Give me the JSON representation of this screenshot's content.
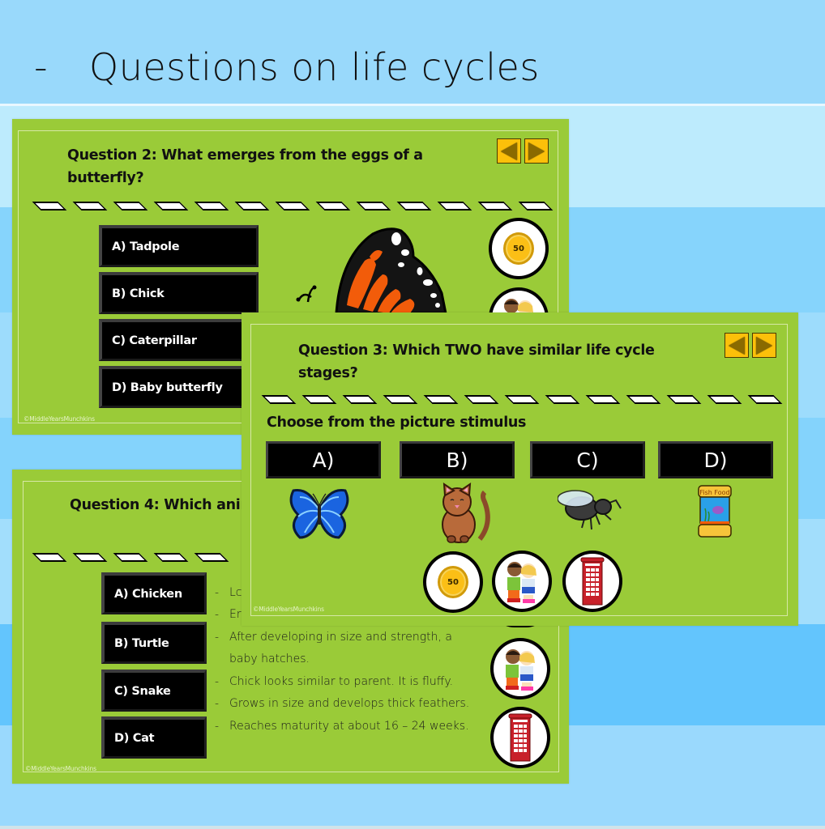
{
  "page": {
    "bullet": "-",
    "title": "Questions on life cycles"
  },
  "colors": {
    "slide_green": "#9acb38",
    "nav_yellow": "#fcc00a",
    "button_black": "#000000",
    "coin_gold": "#fbbf16"
  },
  "slide_q2": {
    "question": "Question 2: What emerges from the eggs of a butterfly?",
    "question_line1": "Question 2: What emerges from the eggs of a",
    "question_line2": "butterfly?",
    "nav_prev": "previous-arrow",
    "nav_next": "next-arrow",
    "answers": [
      {
        "label": "A) Tadpole"
      },
      {
        "label": "B) Chick"
      },
      {
        "label": "C) Caterpillar"
      },
      {
        "label": "D) Baby butterfly"
      }
    ],
    "image": "monarch-butterfly",
    "lifelines": [
      {
        "icon": "coin-50-icon",
        "text": "50"
      },
      {
        "icon": "ask-friends-icon"
      }
    ],
    "watermark": "©MiddleYearsMunchkins"
  },
  "slide_q3": {
    "question_line1": "Question 3: Which TWO have similar life cycle",
    "question_line2": "stages?",
    "instruction": "Choose from the picture stimulus",
    "nav_prev": "previous-arrow",
    "nav_next": "next-arrow",
    "answers": [
      {
        "label": "A)",
        "image": "blue-butterfly"
      },
      {
        "label": "B)",
        "image": "cat"
      },
      {
        "label": "C)",
        "image": "fly"
      },
      {
        "label": "D)",
        "image": "fish-food",
        "image_text": "Fish Food"
      }
    ],
    "lifelines": [
      {
        "icon": "coin-50-icon",
        "text": "50"
      },
      {
        "icon": "ask-friends-icon"
      },
      {
        "icon": "phone-booth-icon"
      }
    ],
    "watermark": "©MiddleYearsMunchkins"
  },
  "slide_q4": {
    "question_visible": "Question 4: Which anir",
    "answers": [
      {
        "label": "A) Chicken"
      },
      {
        "label": "B) Turtle"
      },
      {
        "label": "C) Snake"
      },
      {
        "label": "D) Cat"
      }
    ],
    "clues": [
      {
        "dash": "-",
        "text": "Lc"
      },
      {
        "dash": "-",
        "text": "Er"
      },
      {
        "dash": "-",
        "text": "After developing in size and strength, a"
      },
      {
        "dash": "",
        "text": "baby hatches."
      },
      {
        "dash": "-",
        "text": "Chick looks similar to parent. It is fluffy."
      },
      {
        "dash": "-",
        "text": "Grows in size and develops thick feathers."
      },
      {
        "dash": "-",
        "text": "Reaches maturity at about 16 – 24 weeks."
      }
    ],
    "lifelines": [
      {
        "icon": "ask-friends-icon"
      },
      {
        "icon": "phone-booth-icon"
      }
    ],
    "watermark": "©MiddleYearsMunchkins"
  }
}
